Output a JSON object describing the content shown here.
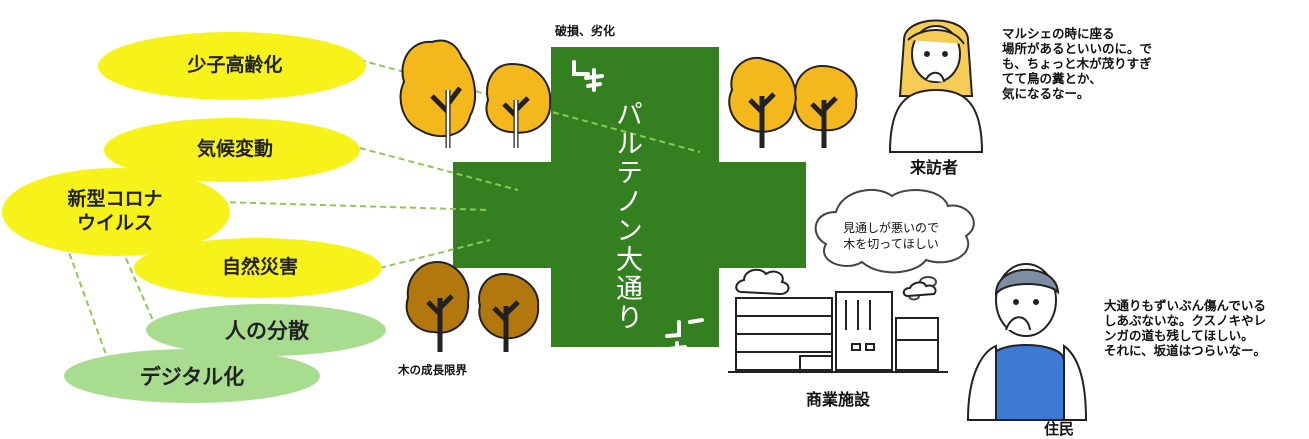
{
  "factors": {
    "aging": "少子高齢化",
    "climate": "気候変動",
    "covid_line1": "新型コロナ",
    "covid_line2": "ウイルス",
    "disaster": "自然災害"
  },
  "trends": {
    "dispersion": "人の分散",
    "digital": "デジタル化"
  },
  "street": {
    "name": "パルテノン大通り",
    "damage_label": "破損、劣化",
    "tree_limit_label": "木の成長限界"
  },
  "visitor": {
    "label": "来訪者",
    "quote_lines": [
      "マルシェの時に座る",
      "場所があるといいのに。で",
      "も、ちょっと木が茂りすぎ",
      "てて鳥の糞とか、",
      "気になるなー。"
    ]
  },
  "commercial": {
    "label": "商業施設",
    "bubble_line1": "見通しが悪いので",
    "bubble_line2": "木を切ってほしい"
  },
  "resident": {
    "label": "住民",
    "quote_lines": [
      "大通りもずいぶん傷んでいる",
      "しあぶないな。クスノキやレ",
      "ンガの道も残してほしい。",
      "それに、坂道はつらいなー。"
    ]
  },
  "colors": {
    "street_green": "#347f1f",
    "factor_yellow": "#f7f21a",
    "trend_green": "#a8dd8f",
    "dash_green": "#8fc857",
    "tree_yellow": "#f4b81d",
    "tree_brown": "#b2780d"
  }
}
